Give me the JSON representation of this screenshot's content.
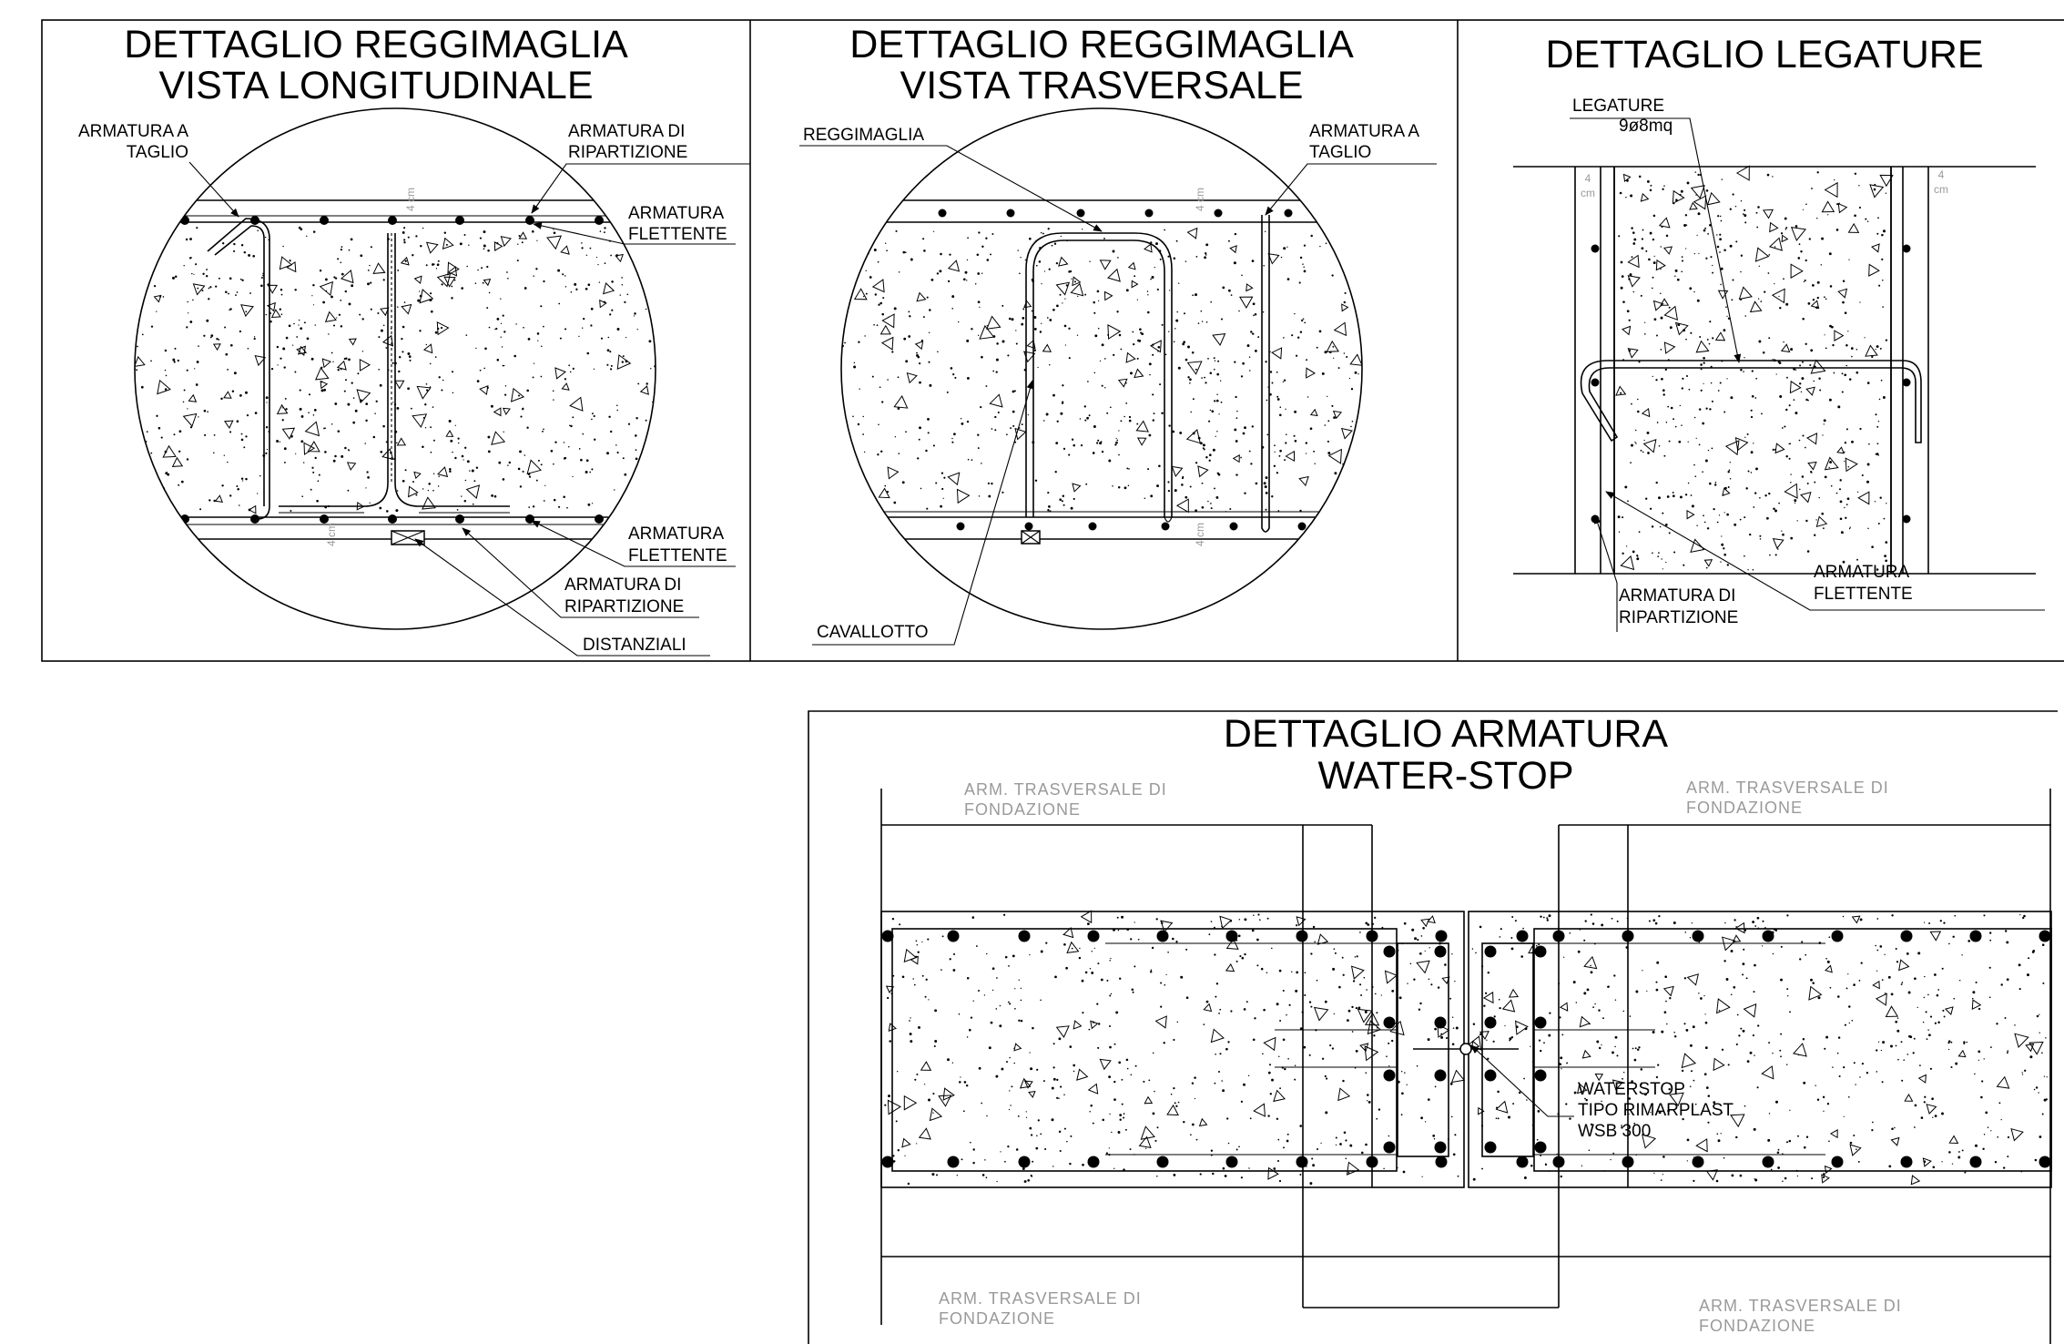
{
  "panels": {
    "longitudinal": {
      "title_line1": "DETTAGLIO REGGIMAGLIA",
      "title_line2": "VISTA LONGITUDINALE",
      "labels": {
        "armatura_taglio_1": "ARMATURA A",
        "armatura_taglio_2": "TAGLIO",
        "ripartizione_top_1": "ARMATURA DI",
        "ripartizione_top_2": "RIPARTIZIONE",
        "flettente_top_1": "ARMATURA",
        "flettente_top_2": "FLETTENTE",
        "flettente_bot_1": "ARMATURA",
        "flettente_bot_2": "FLETTENTE",
        "ripartizione_bot_1": "ARMATURA DI",
        "ripartizione_bot_2": "RIPARTIZIONE",
        "distanziali": "DISTANZIALI"
      }
    },
    "transversal": {
      "title_line1": "DETTAGLIO REGGIMAGLIA",
      "title_line2": "VISTA TRASVERSALE",
      "labels": {
        "reggimaglia": "REGGIMAGLIA",
        "armatura_taglio_1": "ARMATURA A",
        "armatura_taglio_2": "TAGLIO",
        "cavallotto": "CAVALLOTTO"
      }
    },
    "legature": {
      "title": "DETTAGLIO LEGATURE",
      "labels": {
        "legature_1": "LEGATURE",
        "legature_2": "9ø8mq",
        "ripartizione_1": "ARMATURA DI",
        "ripartizione_2": "RIPARTIZIONE",
        "flettente_1": "ARMATURA",
        "flettente_2": "FLETTENTE",
        "cover_left_1": "4",
        "cover_left_2": "cm",
        "cover_right_1": "4",
        "cover_right_2": "cm"
      }
    },
    "waterstop": {
      "title_line1": "DETTAGLIO ARMATURA",
      "title_line2": "WATER-STOP",
      "labels": {
        "arm_tl_1": "ARM. TRASVERSALE DI",
        "arm_tl_2": "FONDAZIONE",
        "arm_tr_1": "ARM. TRASVERSALE DI",
        "arm_tr_2": "FONDAZIONE",
        "arm_bl_1": "ARM. TRASVERSALE DI",
        "arm_bl_2": "FONDAZIONE",
        "arm_br_1": "ARM. TRASVERSALE DI",
        "arm_br_2": "FONDAZIONE",
        "waterstop_1": "WATERSTOP",
        "waterstop_2": "TIPO RIMARPLAST",
        "waterstop_3": "WSB 300"
      }
    }
  },
  "colors": {
    "line": "#000000",
    "faint_text": "#9a9a9a",
    "background": "#ffffff"
  }
}
